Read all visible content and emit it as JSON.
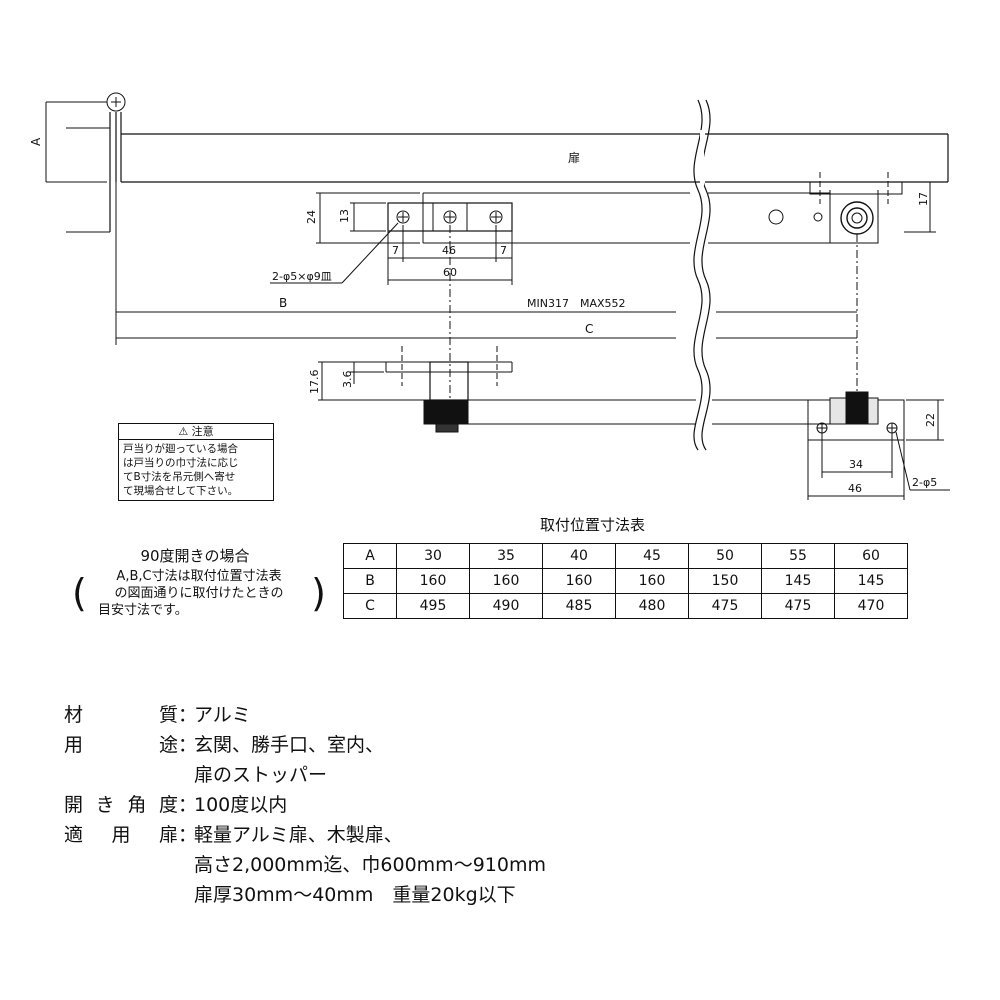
{
  "drawing": {
    "door_label": "扉",
    "dim_A": "A",
    "dim_B": "B",
    "dim_C": "C",
    "dim_24": "24",
    "dim_13": "13",
    "dim_7_left": "7",
    "dim_46_top": "46",
    "dim_7_right": "7",
    "dim_60": "60",
    "hole_spec_top": "2-φ5×φ9皿",
    "range": "MIN317　MAX552",
    "dim_17": "17",
    "dim_17_6": "17.6",
    "dim_3_6": "3.6",
    "dim_22": "22",
    "dim_34": "34",
    "dim_46_bottom": "46",
    "hole_spec_bottom": "2-φ5"
  },
  "caution": {
    "title": "⚠ 注意",
    "lines": [
      "戸当りが廻っている場合",
      "は戸当りの巾寸法に応じ",
      "てB寸法を吊元側へ寄せ",
      "て現場合せして下さい。"
    ]
  },
  "open90": {
    "title": "90度開きの場合",
    "lines": [
      "A,B,C寸法は取付位置寸法表",
      "の図面通りに取付けたときの",
      "目安寸法です。"
    ]
  },
  "table": {
    "title": "取付位置寸法表",
    "rows": [
      {
        "label": "A",
        "values": [
          "30",
          "35",
          "40",
          "45",
          "50",
          "55",
          "60"
        ]
      },
      {
        "label": "B",
        "values": [
          "160",
          "160",
          "160",
          "160",
          "150",
          "145",
          "145"
        ]
      },
      {
        "label": "C",
        "values": [
          "495",
          "490",
          "485",
          "480",
          "475",
          "475",
          "470"
        ]
      }
    ]
  },
  "specs": {
    "material": {
      "label_chars": [
        "材",
        "質"
      ],
      "value": [
        "アルミ"
      ]
    },
    "use": {
      "label_chars": [
        "用",
        "途"
      ],
      "value": [
        "玄関、勝手口、室内、",
        "扉のストッパー"
      ]
    },
    "angle": {
      "label_chars": [
        "開",
        "き",
        "角",
        "度"
      ],
      "value": [
        "100度以内"
      ]
    },
    "door": {
      "label_chars": [
        "適",
        "用",
        "扉"
      ],
      "value": [
        "軽量アルミ扉、木製扉、",
        "高さ2,000mm迄、巾600mm〜910mm",
        "扉厚30mm〜40mm　重量20kg以下"
      ]
    },
    "colon": "："
  }
}
